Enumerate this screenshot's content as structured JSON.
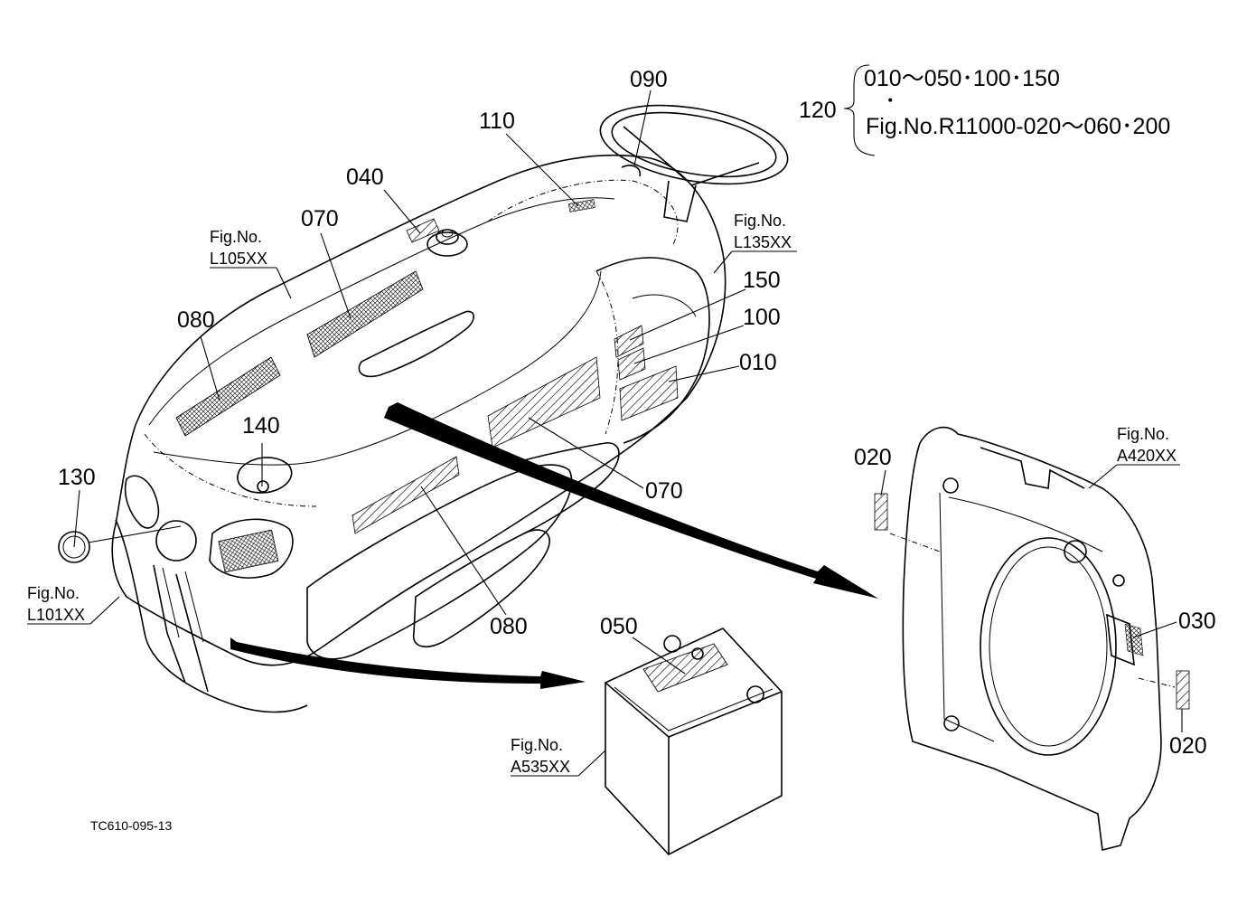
{
  "parts": {
    "p010": "010",
    "p020a": "020",
    "p020b": "020",
    "p030": "030",
    "p040": "040",
    "p050": "050",
    "p070a": "070",
    "p070b": "070",
    "p080a": "080",
    "p080b": "080",
    "p090": "090",
    "p100": "100",
    "p110": "110",
    "p120": "120",
    "p130": "130",
    "p140": "140",
    "p150": "150"
  },
  "figrefs": {
    "l105_a": "Fig.No.",
    "l105_b": "L105XX",
    "l135_a": "Fig.No.",
    "l135_b": "L135XX",
    "l101_a": "Fig.No.",
    "l101_b": "L101XX",
    "a420_a": "Fig.No.",
    "a420_b": "A420XX",
    "a535_a": "Fig.No.",
    "a535_b": "A535XX"
  },
  "set_note": {
    "line1": "010～050･100･150",
    "line2": "Fig.No.R11000-020～060･200",
    "dot": "･"
  },
  "drawing_code": "TC610-095-13"
}
